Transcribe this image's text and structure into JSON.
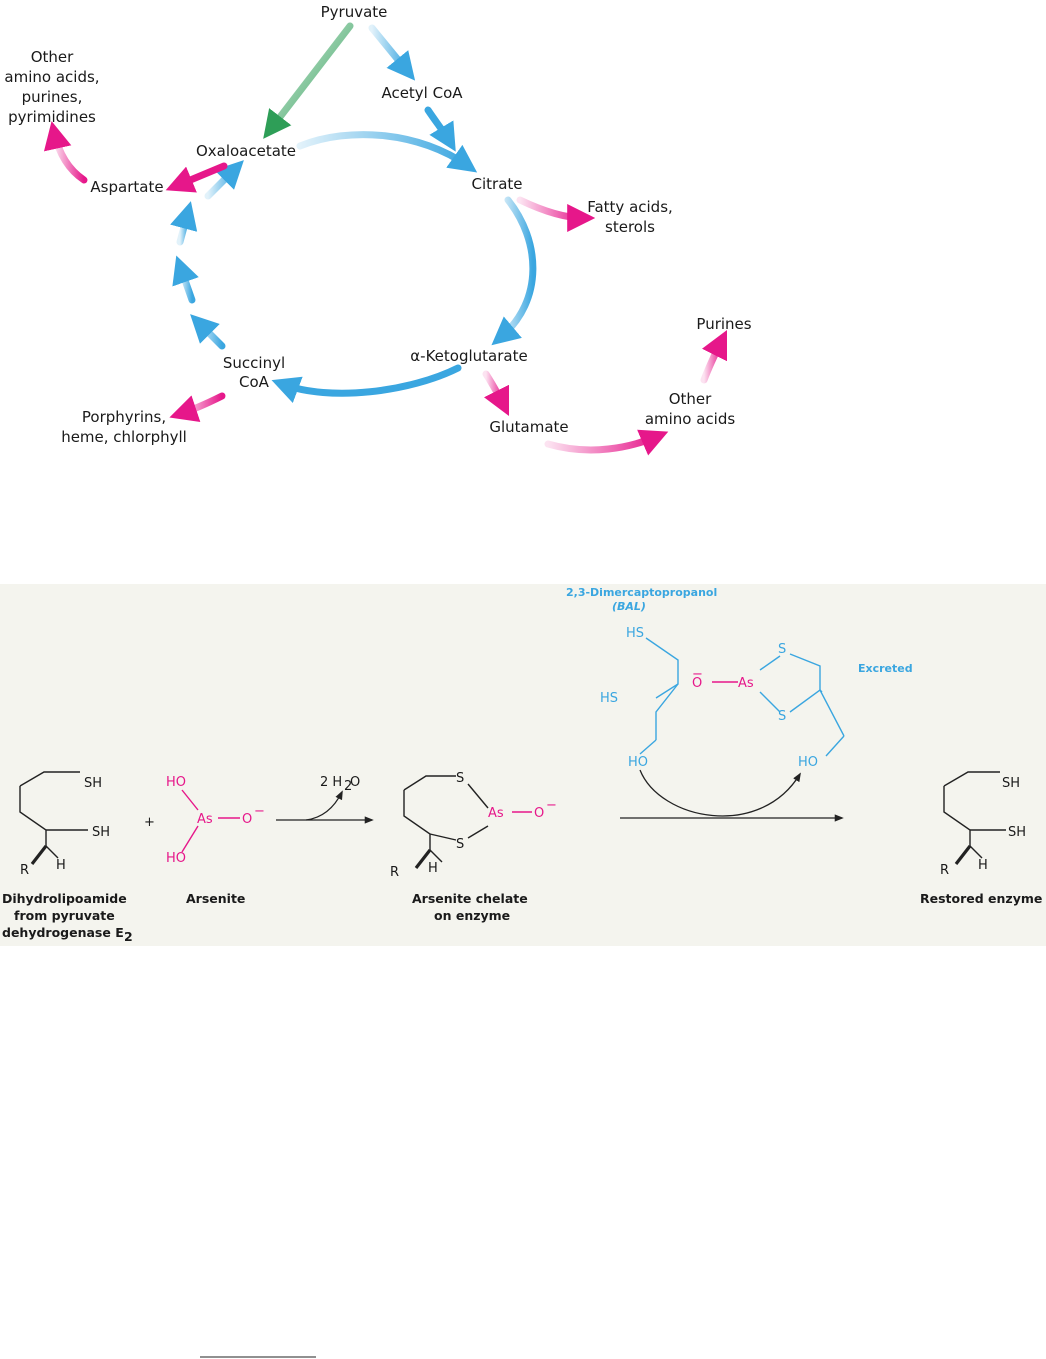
{
  "cycle": {
    "pyruvate": "Pyruvate",
    "acetyl_coa": "Acetyl CoA",
    "oxaloacetate": "Oxaloacetate",
    "citrate": "Citrate",
    "alpha_ketoglutarate": "α-Ketoglutarate",
    "succinyl_coa": [
      "Succinyl",
      "CoA"
    ],
    "aspartate": "Aspartate",
    "other_aa_purines": [
      "Other",
      "amino acids,",
      "purines,",
      "pyrimidines"
    ],
    "fatty_acids": [
      "Fatty acids,",
      "sterols"
    ],
    "purines": "Purines",
    "other_aa": [
      "Other",
      "amino acids"
    ],
    "glutamate": "Glutamate",
    "porphyrins": [
      "Porphyrins,",
      "heme, chlorphyll"
    ],
    "colors": {
      "cycle": "#3aa6e0",
      "output": "#e6178a",
      "input": "#2e9e57"
    }
  },
  "reaction": {
    "bal_title": [
      "2,3-Dimercaptopropanol",
      "(BAL)"
    ],
    "excreted": "Excreted",
    "sh": "SH",
    "s": "S",
    "h": "H",
    "r": "R",
    "ho": "HO",
    "as": "As",
    "o_minus": "O",
    "minus": "−",
    "plus": "+",
    "water": "2 H",
    "water_sub": "2",
    "water_o": "O",
    "dihydrolipoamide": [
      "Dihydrolipoamide",
      "from pyruvate",
      "dehydrogenase E"
    ],
    "e_sub": "2",
    "arsenite": "Arsenite",
    "chelate": [
      "Arsenite chelate",
      "on enzyme"
    ],
    "restored": "Restored enzyme",
    "colors": {
      "panel": "#f4f4ee",
      "arsenic": "#e6178a",
      "bal": "#3aa6e0"
    }
  }
}
